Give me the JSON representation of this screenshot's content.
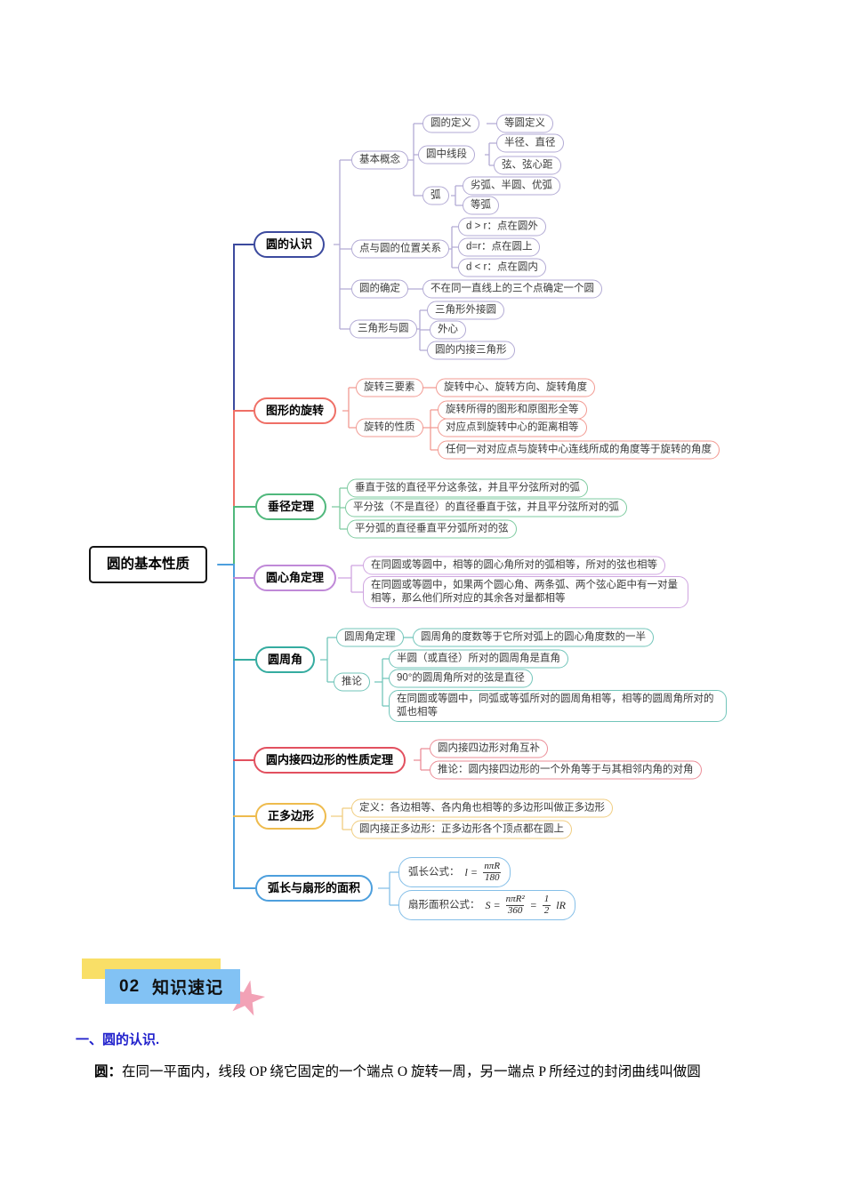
{
  "map": {
    "root_label": "圆的基本性质",
    "branches": [
      {
        "label": "圆的认识",
        "color": "#3c4a9e",
        "nodes": [
          "基本概念",
          "圆的定义",
          "等圆定义",
          "圆中线段",
          "半径、直径",
          "弦、弦心距",
          "弧",
          "劣弧、半圆、优弧",
          "等弧",
          "点与圆的位置关系",
          "d > r：点在圆外",
          "d=r：点在圆上",
          "d < r：点在圆内",
          "圆的确定",
          "不在同一直线上的三个点确定一个圆",
          "三角形与圆",
          "三角形外接圆",
          "外心",
          "圆的内接三角形"
        ]
      },
      {
        "label": "图形的旋转",
        "color": "#ef6f66",
        "nodes": [
          "旋转三要素",
          "旋转中心、旋转方向、旋转角度",
          "旋转的性质",
          "旋转所得的图形和原图形全等",
          "对应点到旋转中心的距离相等",
          "任何一对对应点与旋转中心连线所成的角度等于旋转的角度"
        ]
      },
      {
        "label": "垂径定理",
        "color": "#50b87c",
        "nodes": [
          "垂直于弦的直径平分这条弦，并且平分弦所对的弧",
          "平分弦（不是直径）的直径垂直于弦，并且平分弦所对的弧",
          "平分弧的直径垂直平分弧所对的弦"
        ]
      },
      {
        "label": "圆心角定理",
        "color": "#c089d8",
        "nodes": [
          "在同圆或等圆中，相等的圆心角所对的弧相等，所对的弦也相等",
          "在同圆或等圆中，如果两个圆心角、两条弧、两个弦心距中有一对量相等，那么他们所对应的其余各对量都相等"
        ]
      },
      {
        "label": "圆周角",
        "color": "#35aca0",
        "nodes": [
          "圆周角定理",
          "圆周角的度数等于它所对弧上的圆心角度数的一半",
          "推论",
          "半圆（或直径）所对的圆周角是直角",
          "90°的圆周角所对的弦是直径",
          "在同圆或等圆中，同弧或等弧所对的圆周角相等，相等的圆周角所对的弧也相等"
        ]
      },
      {
        "label": "圆内接四边形的性质定理",
        "color": "#e2505f",
        "nodes": [
          "圆内接四边形对角互补",
          "推论：圆内接四边形的一个外角等于与其相邻内角的对角"
        ]
      },
      {
        "label": "正多边形",
        "color": "#eebb4d",
        "nodes": [
          "定义：各边相等、各内角也相等的多边形叫做正多边形",
          "圆内接正多边形：正多边形各个顶点都在圆上"
        ]
      },
      {
        "label": "弧长与扇形的面积",
        "color": "#4d9fdd",
        "arc_formula": {
          "prefix": "弧长公式：",
          "lhs": "l =",
          "num": "nπR",
          "den": "180"
        },
        "sector_formula": {
          "prefix": "扇形面积公式：",
          "lhs": "S =",
          "num": "nπR²",
          "den": "360",
          "eq": "=",
          "num2": "1",
          "den2": "2",
          "tail": "lR"
        }
      }
    ]
  },
  "section_header": {
    "number": "02",
    "title": "知识速记"
  },
  "body": {
    "heading": "一、圆的认识.",
    "lead": "圆：",
    "text": "在同一平面内，线段 OP 绕它固定的一个端点 O 旋转一周，另一端点 P 所经过的封闭曲线叫做圆"
  },
  "colors": {
    "navy": "#3c4a9e",
    "lavender": "#b2aad4",
    "red": "#ef6f66",
    "green": "#50b87c",
    "purple": "#c089d8",
    "teal": "#35aca0",
    "crimson": "#e2505f",
    "yellow": "#eebb4d",
    "blue": "#4d9fdd",
    "header_blue": "#82c2f4",
    "header_yellow": "#f9df67",
    "star_pink": "#f2a2b6",
    "heading_blue": "#2121cc"
  }
}
